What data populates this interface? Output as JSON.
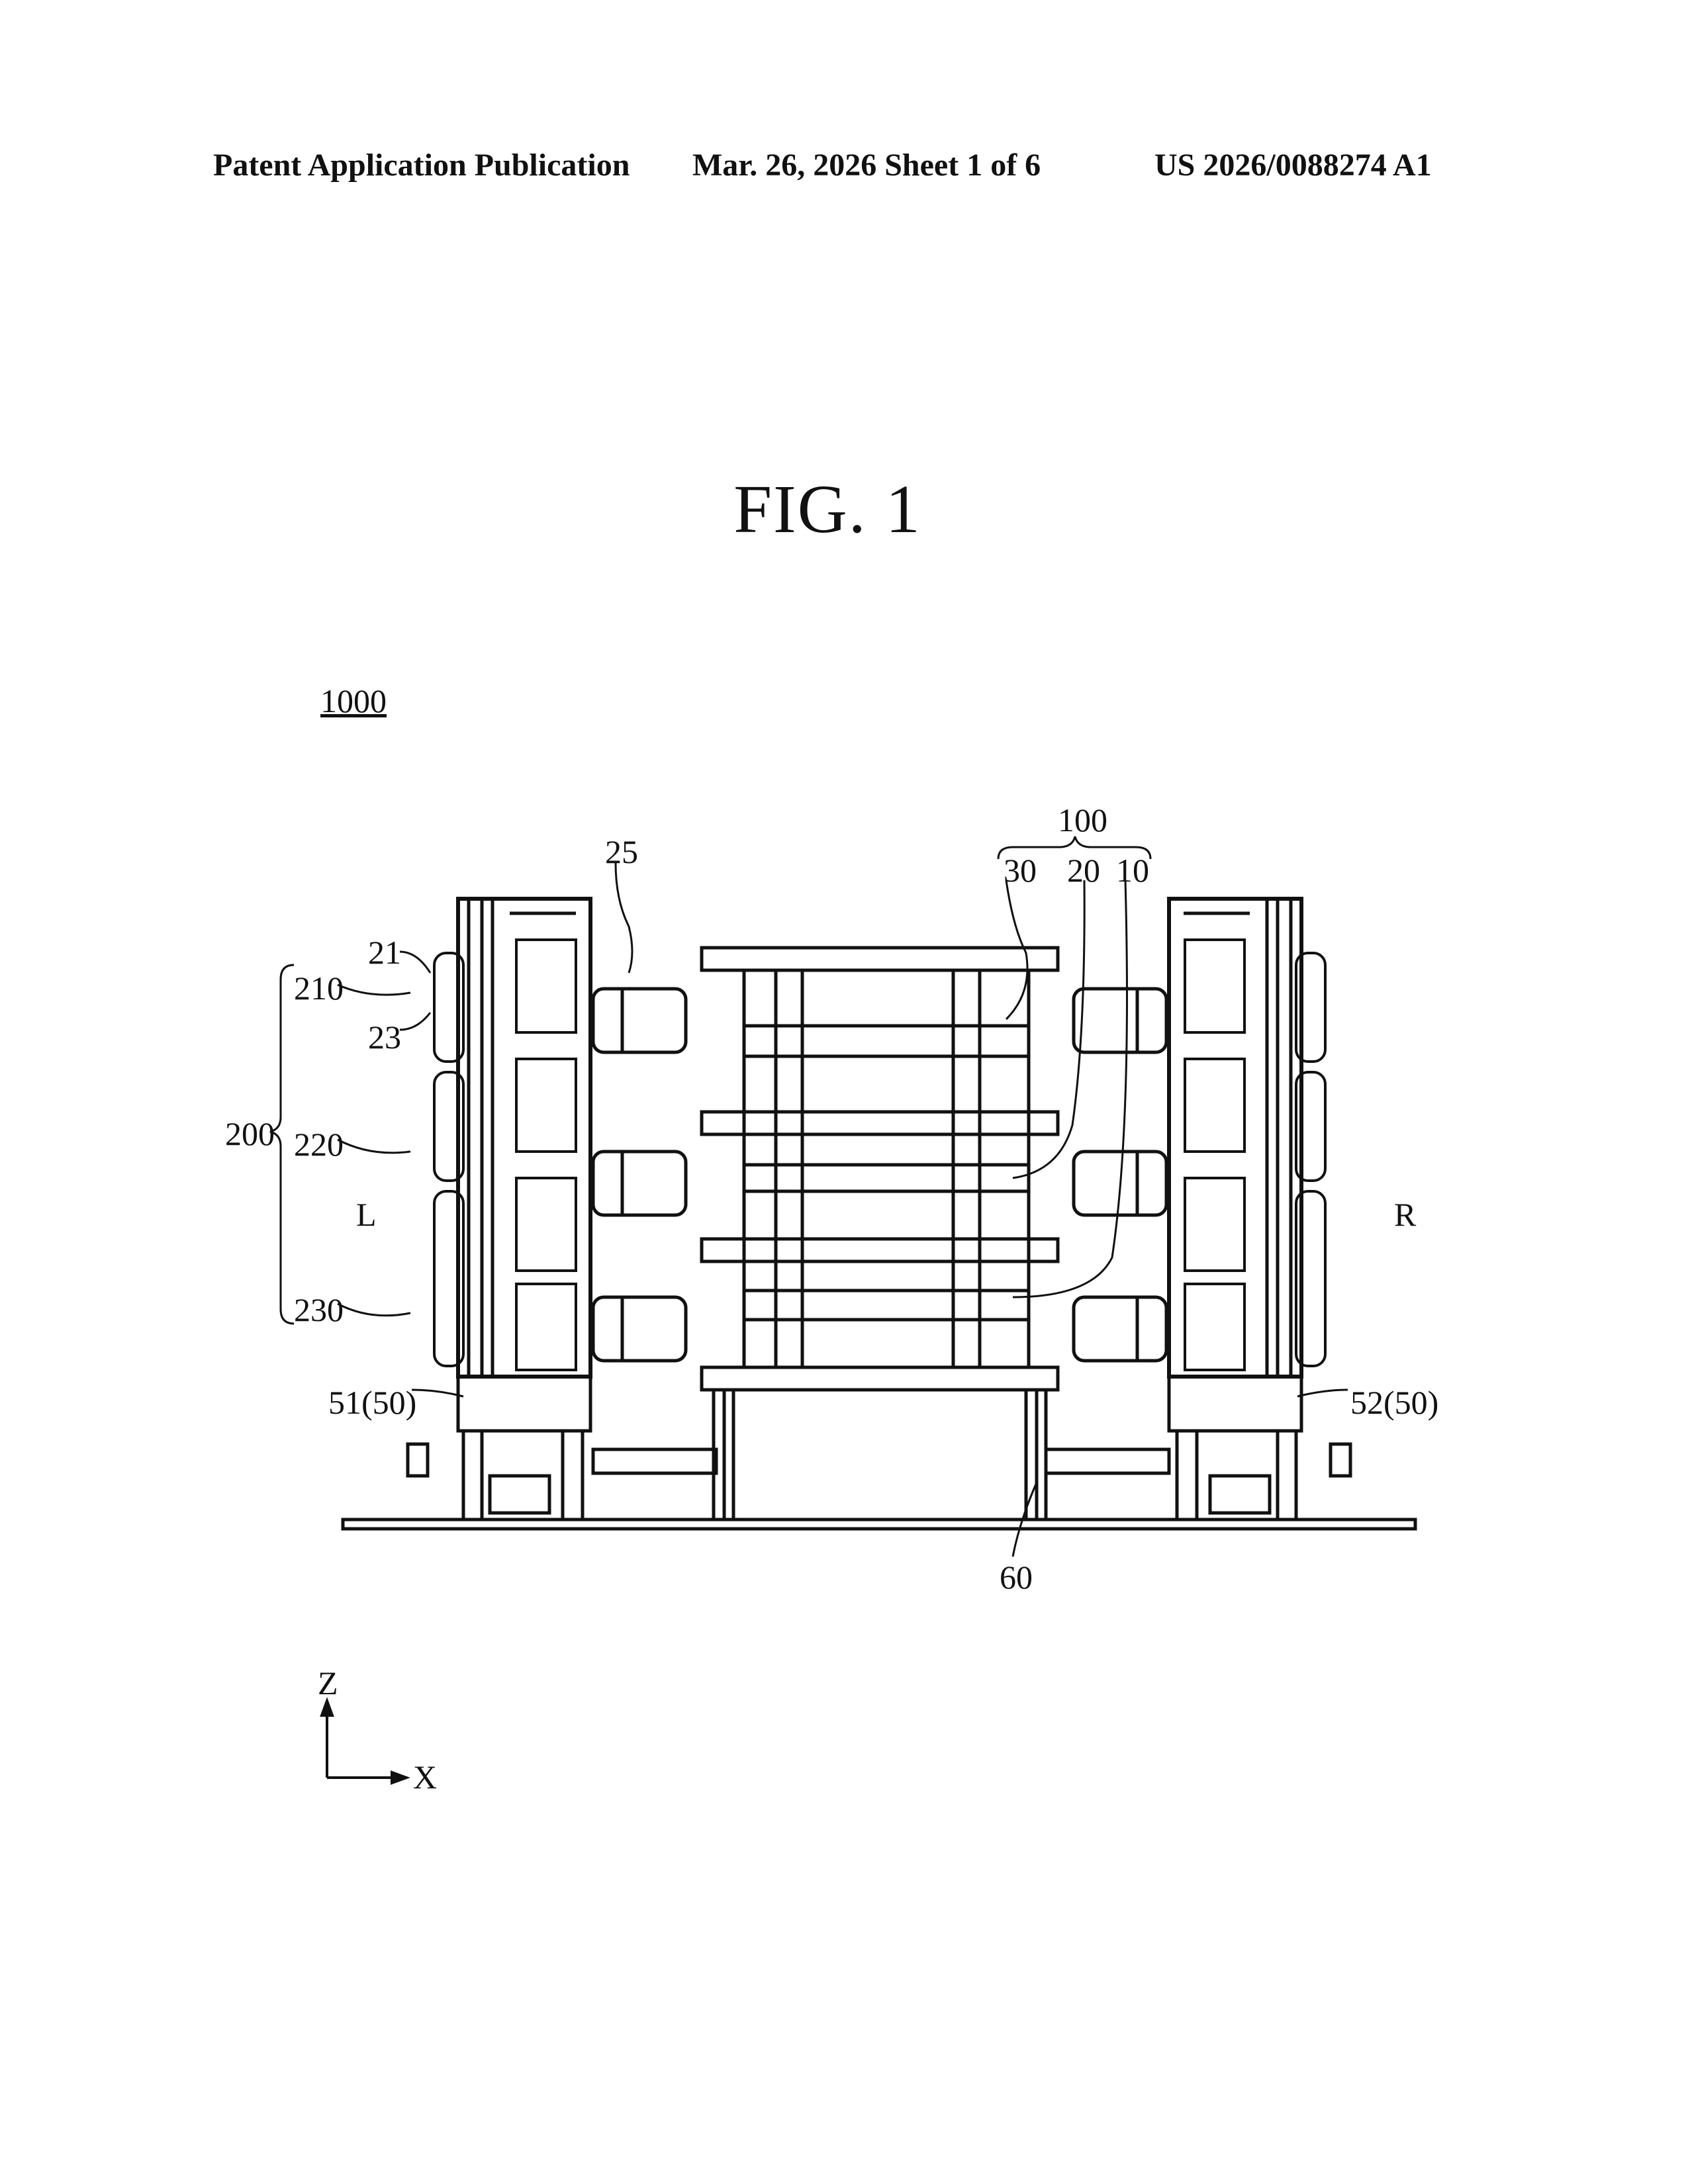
{
  "header": {
    "publication": "Patent Application Publication",
    "date_sheet": "Mar. 26, 2026  Sheet 1 of 6",
    "number": "US 2026/0088274 A1"
  },
  "figure": {
    "title": "FIG. 1"
  },
  "labels": {
    "system": "1000",
    "assembly": "100",
    "part_30": "30",
    "part_20": "20",
    "part_10": "10",
    "part_25": "25",
    "part_21": "21",
    "part_23": "23",
    "unit_210": "210",
    "unit_220": "220",
    "unit_230": "230",
    "group_200": "200",
    "side_left": "L",
    "side_right": "R",
    "support_left": "51(50)",
    "support_right": "52(50)",
    "base_60": "60"
  },
  "axes": {
    "z": "Z",
    "x": "X"
  }
}
